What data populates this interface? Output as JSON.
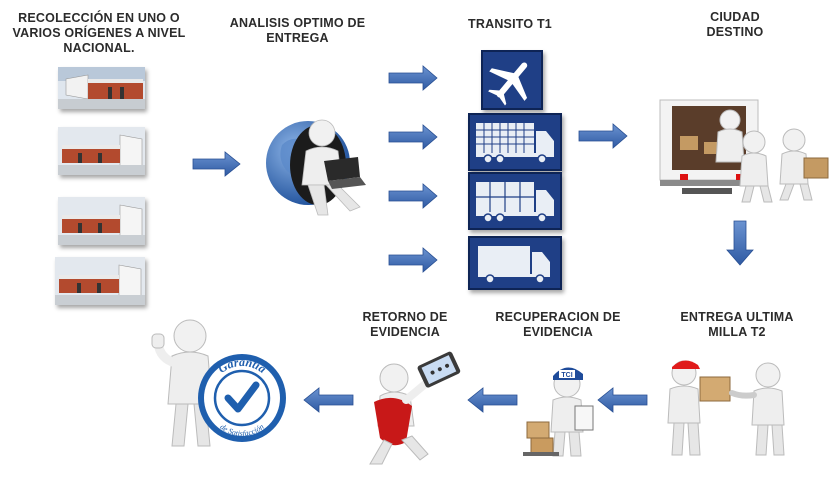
{
  "steps": {
    "origin": "RECOLECCIÓN EN UNO O VARIOS ORÍGENES A NIVEL NACIONAL.",
    "analysis": "ANALISIS OPTIMO DE ENTREGA",
    "transit": "TRANSITO T1",
    "destination": "CIUDAD DESTINO",
    "last_mile": "ENTREGA ULTIMA MILLA T2",
    "recovery": "RECUPERACION DE EVIDENCIA",
    "return": "RETORNO DE EVIDENCIA"
  },
  "badge": {
    "top_text": "Garantía",
    "bottom_text": "de Satisfacción"
  },
  "cap_logo": "TCI",
  "icons": [
    "warehouse-icon",
    "globe-laptop-icon",
    "airplane-icon",
    "truck-icon",
    "delivery-van-icon",
    "check-badge-icon"
  ],
  "colors": {
    "arrow": "#3f6db6",
    "box": "#1f3f86"
  }
}
